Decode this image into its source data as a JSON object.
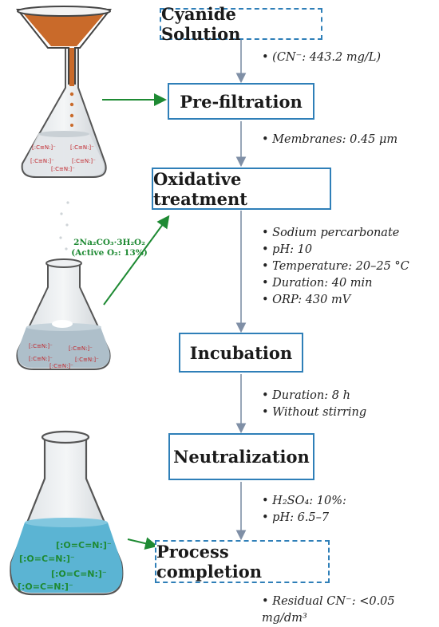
{
  "steps": [
    {
      "label": "Cyanide Solution",
      "style": "dashed"
    },
    {
      "label": "Pre-filtration",
      "style": "solid"
    },
    {
      "label": "Oxidative treatment",
      "style": "solid"
    },
    {
      "label": "Incubation",
      "style": "solid"
    },
    {
      "label": "Neutralization",
      "style": "solid"
    },
    {
      "label": "Process completion",
      "style": "dashed"
    }
  ],
  "notes": {
    "cyanide": [
      "(CN⁻: 443.2 mg/L)"
    ],
    "prefiltration": [
      "Membranes: 0.45 μm"
    ],
    "oxidative": [
      "Sodium percarbonate",
      "pH: 10",
      "Temperature: 20–25 °C",
      "Duration: 40 min",
      "ORP: 430 mV"
    ],
    "incubation": [
      "Duration: 8 h",
      "Without stirring"
    ],
    "neutralization": [
      "H₂SO₄: 10%:",
      "pH: 6.5–7"
    ],
    "completion": [
      "Residual CN⁻: <0.05 mg/dm³"
    ]
  },
  "flask1_ions": [
    "[:C≡N:]⁻",
    "[:C≡N:]⁻",
    "[:C≡N:]⁻",
    "[:C≡N:]⁻",
    "[:C≡N:]⁻"
  ],
  "reagent": {
    "line1": "2Na₂CO₃·3H₂O₂",
    "line2": "(Active O₂: 13%)"
  },
  "flask2_ions": [
    "[:C≡N:]⁻",
    "[:C≡N:]⁻",
    "[:C≡N:]⁻",
    "[:C≡N:]⁻",
    "[:C≡N:]⁻"
  ],
  "flask3_ions": [
    "[:O=C=N:]⁻",
    "[:O=C=N:]⁻",
    "[:O=C=N:]⁻",
    "[:O=C=N:]⁻"
  ],
  "colors": {
    "box_border": "#2f7fb8",
    "arrow": "#7f8fa6",
    "green": "#1e8a33",
    "cyanide_red": "#c0262c",
    "liquid_blue": "#5bb4d3"
  }
}
